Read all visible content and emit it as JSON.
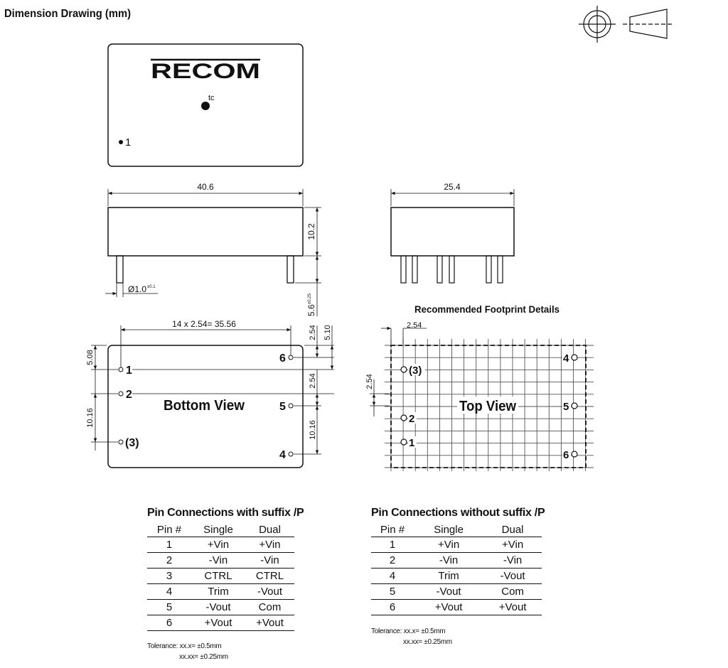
{
  "header": {
    "title": "Dimension Drawing (mm)"
  },
  "projection_icon": "third-angle-projection-symbol",
  "top_view": {
    "brand": "RECOM",
    "tc_label": "tc",
    "pin1_label": "1"
  },
  "front_view": {
    "length": "40.6",
    "height": "10.2",
    "pin_diameter": "Ø1.0",
    "pin_diameter_tol": "±0.1",
    "pin_length": "5.6",
    "pin_length_tol": "±0.25"
  },
  "side_view": {
    "width": "25.4"
  },
  "bottom_view": {
    "label": "Bottom View",
    "pitch_dim": "14 x 2.54= 35.56",
    "dim_2_54_top": "2.54",
    "dim_5_10": "5.10",
    "dim_2_54_right": "2.54",
    "dim_10_16_right": "10.16",
    "dim_5_08": "5.08",
    "dim_10_16_left": "10.16",
    "pins": {
      "p1": "1",
      "p2": "2",
      "p3": "(3)",
      "p4": "4",
      "p5": "5",
      "p6": "6"
    }
  },
  "footprint": {
    "title": "Recommended Footprint Details",
    "label": "Top View",
    "dim_h": "2.54",
    "dim_v": "2.54",
    "pins": {
      "p1": "1",
      "p2": "2",
      "p3": "(3)",
      "p4": "4",
      "p5": "5",
      "p6": "6"
    }
  },
  "table_p": {
    "title": "Pin Connections with suffix /P",
    "headers": [
      "Pin #",
      "Single",
      "Dual"
    ],
    "rows": [
      [
        "1",
        "+Vin",
        "+Vin"
      ],
      [
        "2",
        "-Vin",
        "-Vin"
      ],
      [
        "3",
        "CTRL",
        "CTRL"
      ],
      [
        "4",
        "Trim",
        "-Vout"
      ],
      [
        "5",
        "-Vout",
        "Com"
      ],
      [
        "6",
        "+Vout",
        "+Vout"
      ]
    ],
    "tolerance": {
      "line1": "Tolerance: xx.x= ±0.5mm",
      "line2": "xx.xx= ±0.25mm"
    }
  },
  "table_np": {
    "title": "Pin Connections without suffix /P",
    "headers": [
      "Pin #",
      "Single",
      "Dual"
    ],
    "rows": [
      [
        "1",
        "+Vin",
        "+Vin"
      ],
      [
        "2",
        "-Vin",
        "-Vin"
      ],
      [
        "4",
        "Trim",
        "-Vout"
      ],
      [
        "5",
        "-Vout",
        "Com"
      ],
      [
        "6",
        "+Vout",
        "+Vout"
      ]
    ],
    "tolerance": {
      "line1": "Tolerance: xx.x= ±0.5mm",
      "line2": "xx.xx= ±0.25mm"
    }
  }
}
